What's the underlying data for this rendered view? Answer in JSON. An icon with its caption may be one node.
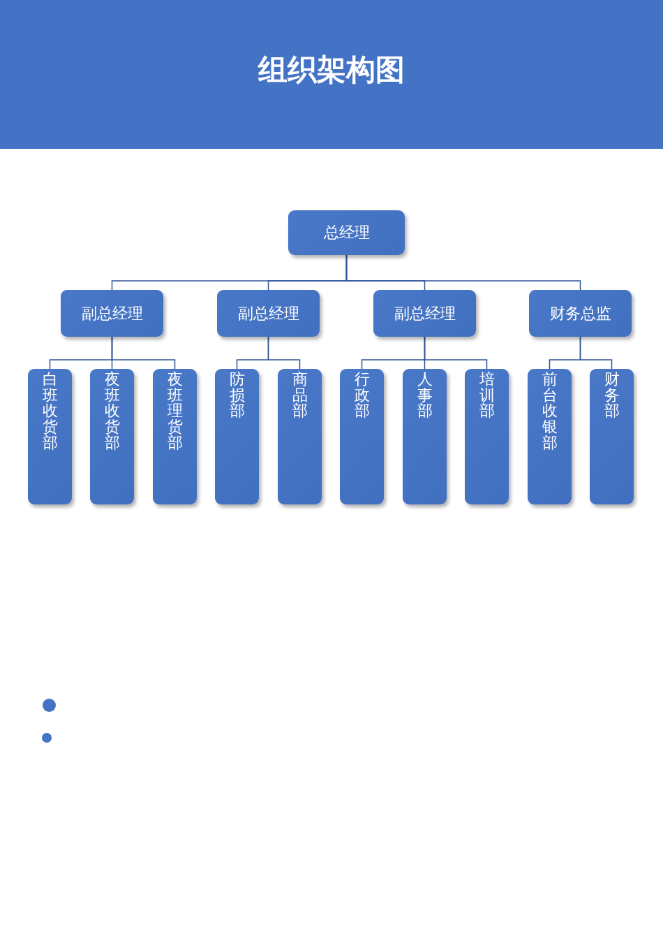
{
  "diagram": {
    "title": "组织架构图",
    "nodes": [
      {
        "text": [
          "总经理"
        ]
      },
      {
        "text": [
          "副总经理"
        ]
      },
      {
        "text": [
          "副总经理"
        ]
      },
      {
        "text": [
          "副总经理"
        ]
      },
      {
        "text": [
          "财务总监"
        ]
      },
      {
        "text": [
          "白班收货部"
        ]
      },
      {
        "text": [
          "夜班收货部"
        ]
      },
      {
        "text": [
          "夜班理货部"
        ]
      },
      {
        "text": [
          "防损部"
        ]
      },
      {
        "text": [
          "商品部"
        ]
      },
      {
        "text": [
          "行政部"
        ]
      },
      {
        "text": [
          "人事部"
        ]
      },
      {
        "text": [
          "培训部"
        ]
      },
      {
        "text": [
          "前台收银部"
        ]
      },
      {
        "text": [
          "财务部"
        ]
      }
    ],
    "edges": [
      {
        "from": 0,
        "to": 1,
        "arrow": "none"
      },
      {
        "from": 0,
        "to": 2,
        "arrow": "none"
      },
      {
        "from": 0,
        "to": 3,
        "arrow": "none"
      },
      {
        "from": 0,
        "to": 4,
        "arrow": "none"
      },
      {
        "from": 1,
        "to": 5,
        "arrow": "none"
      },
      {
        "from": 1,
        "to": 6,
        "arrow": "none"
      },
      {
        "from": 1,
        "to": 7,
        "arrow": "none"
      },
      {
        "from": 2,
        "to": 8,
        "arrow": "none"
      },
      {
        "from": 2,
        "to": 9,
        "arrow": "none"
      },
      {
        "from": 3,
        "to": 10,
        "arrow": "none"
      },
      {
        "from": 3,
        "to": 11,
        "arrow": "none"
      },
      {
        "from": 3,
        "to": 12,
        "arrow": "none"
      },
      {
        "from": 4,
        "to": 13,
        "arrow": "none"
      },
      {
        "from": 4,
        "to": 14,
        "arrow": "none"
      }
    ]
  }
}
